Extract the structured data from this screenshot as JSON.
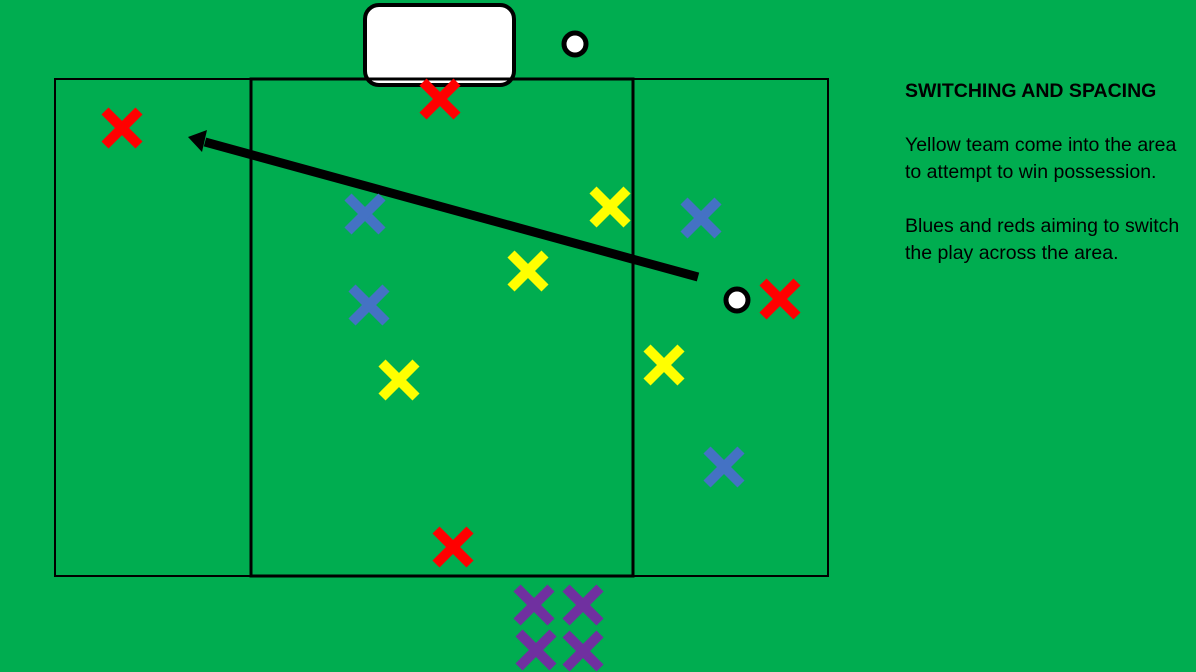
{
  "title": "SWITCHING AND SPACING",
  "paragraphs": [
    "Yellow team come into the area to attempt to win possession.",
    "Blues and reds aiming to switch the play across the area."
  ],
  "colors": {
    "pitch": "#00ad50",
    "red": "#ff0000",
    "blue": "#4472c4",
    "yellow": "#ffff00",
    "purple": "#7030a0",
    "lines": "#000000",
    "goal": "#ffffff"
  },
  "teams": [
    {
      "name": "red",
      "count": 4
    },
    {
      "name": "blue",
      "count": 4
    },
    {
      "name": "yellow",
      "count": 4
    },
    {
      "name": "purple",
      "count": 4
    }
  ]
}
